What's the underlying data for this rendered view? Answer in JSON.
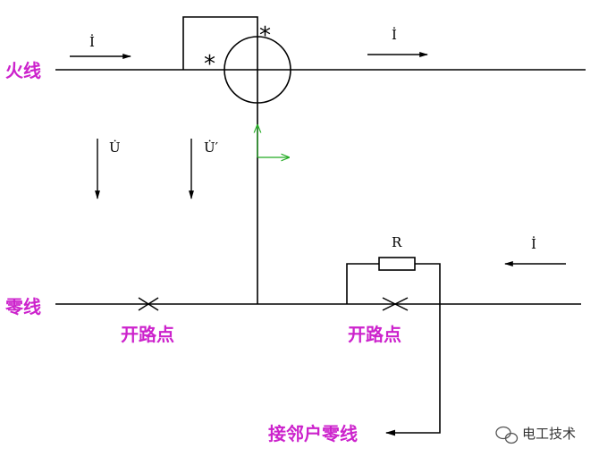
{
  "labels": {
    "live_wire": "火线",
    "neutral_wire": "零线",
    "open_point_left": "开路点",
    "open_point_right": "开路点",
    "neighbor_neutral": "接邻户零线"
  },
  "symbols": {
    "current_top_left": "İ",
    "current_top_right": "İ",
    "current_right": "İ",
    "voltage": "U̇",
    "voltage_prime": "U̇′",
    "resistor": "R",
    "dot_mark_left": "*",
    "dot_mark_right": "*"
  },
  "watermark": {
    "text": "电工技术"
  },
  "colors": {
    "label": "#cc22cc",
    "line": "#000000",
    "axis": "#22aa22",
    "watermark": "#333333"
  }
}
